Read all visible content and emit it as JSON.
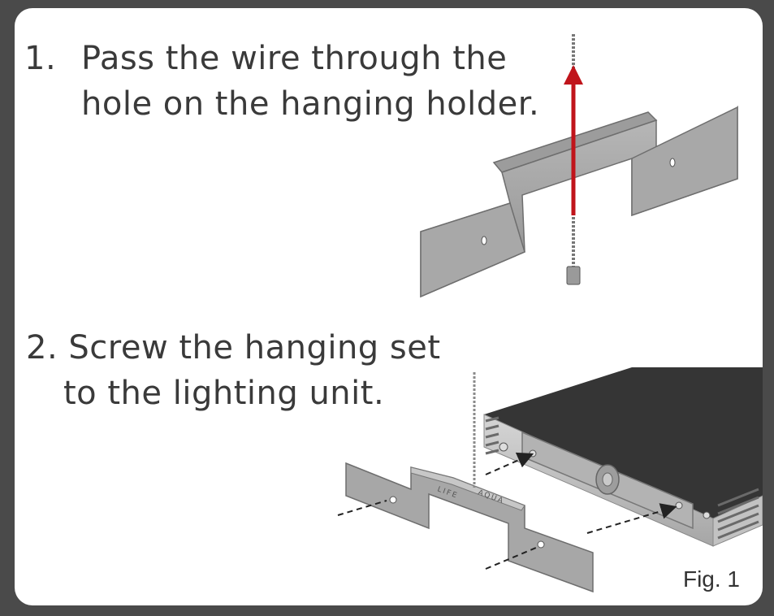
{
  "steps": [
    {
      "number": "1.",
      "line1": "Pass the wire through the",
      "line2": "hole on the hanging holder."
    },
    {
      "number": "2.",
      "line1": "2. Screw the hanging set",
      "line2": "to the lighting unit."
    }
  ],
  "figure_label": "Fig. 1",
  "bracket_engraving": [
    "LIFE",
    "AQUA"
  ],
  "colors": {
    "frame": "#4a4a4a",
    "card": "#ffffff",
    "metal": "#a9a9a9",
    "metal_dark": "#7a7a7a",
    "arrow": "#c0141b",
    "unit_top": "#333333"
  }
}
